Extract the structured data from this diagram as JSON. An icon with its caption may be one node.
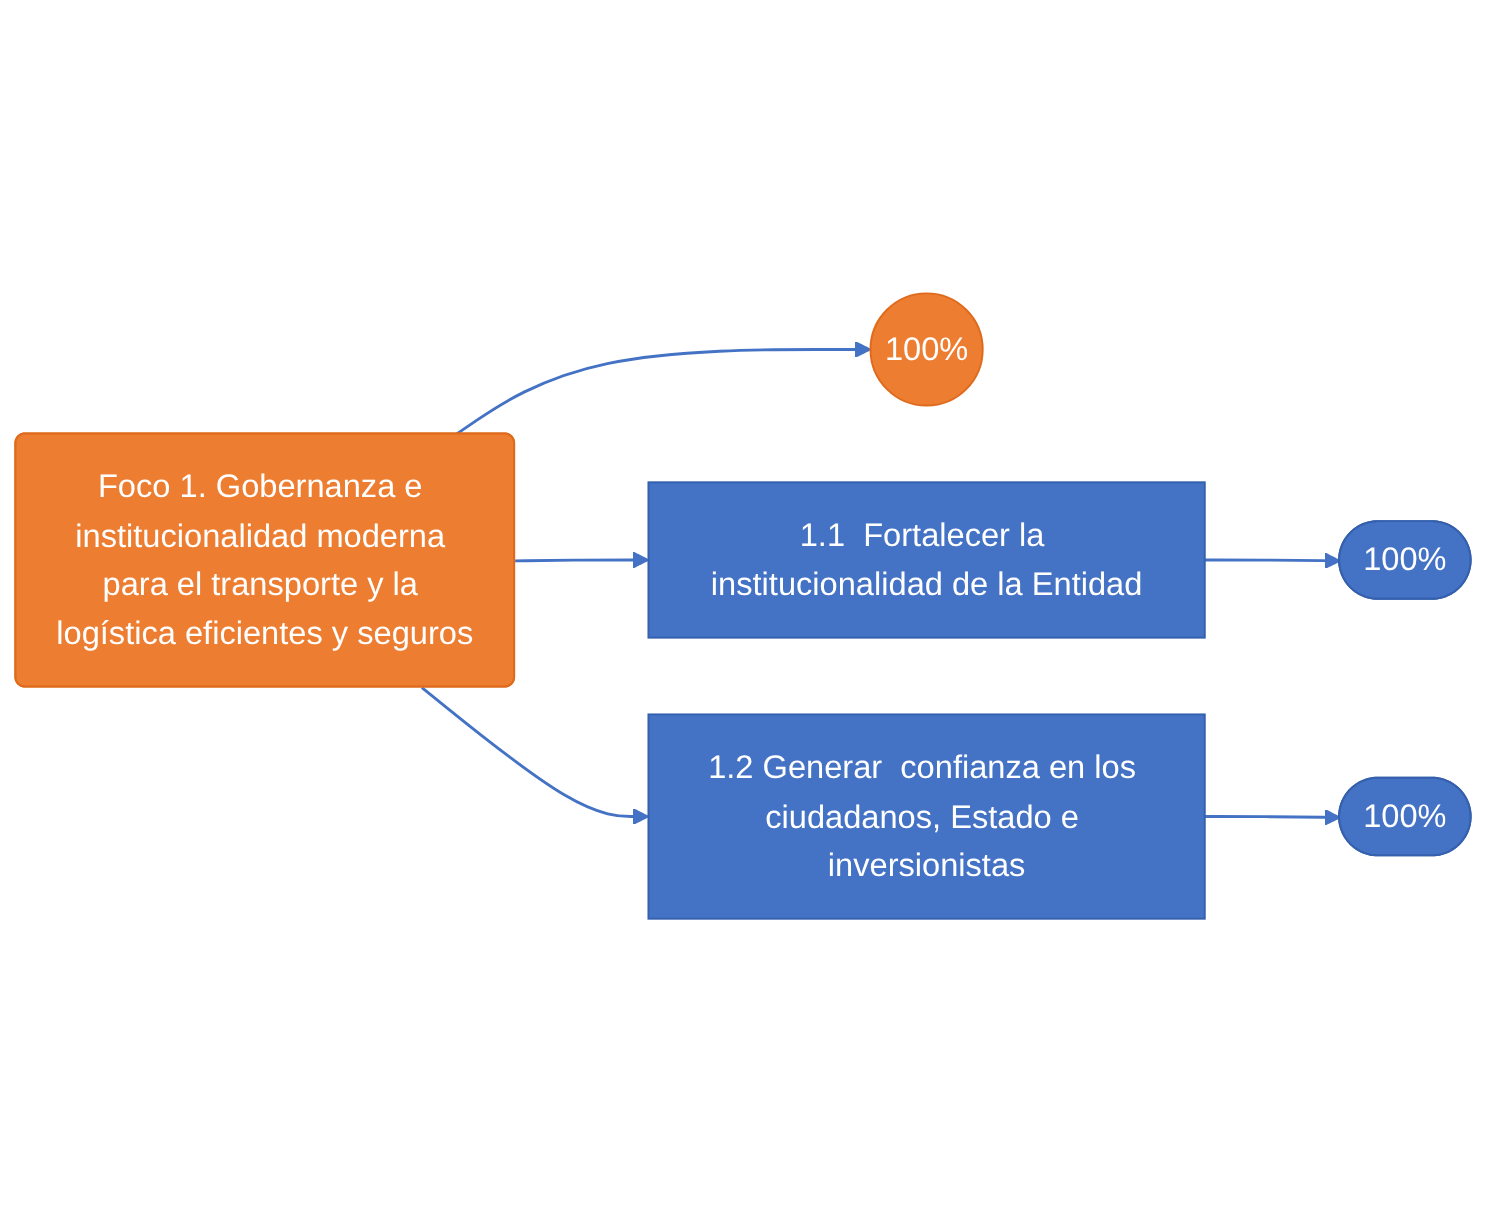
{
  "diagram": {
    "nodes": [
      {
        "text": [
          "Foco 1. Gobernanza e institucionalidad moderna para el transporte y la logística eficientes y seguros"
        ]
      },
      {
        "text": [
          "100%"
        ]
      },
      {
        "text": [
          "1.1  Fortalecer la institucionalidad de la Entidad"
        ]
      },
      {
        "text": [
          "100%"
        ]
      },
      {
        "text": [
          "1.2 Generar  confianza en los ciudadanos, Estado e inversionistas"
        ]
      },
      {
        "text": [
          "100%"
        ]
      }
    ],
    "edges": [
      {
        "from": 0,
        "to": 1,
        "arrow": "to"
      },
      {
        "from": 0,
        "to": 2,
        "arrow": "to"
      },
      {
        "from": 0,
        "to": 4,
        "arrow": "to"
      },
      {
        "from": 2,
        "to": 3,
        "arrow": "to"
      },
      {
        "from": 4,
        "to": 5,
        "arrow": "to"
      }
    ]
  }
}
